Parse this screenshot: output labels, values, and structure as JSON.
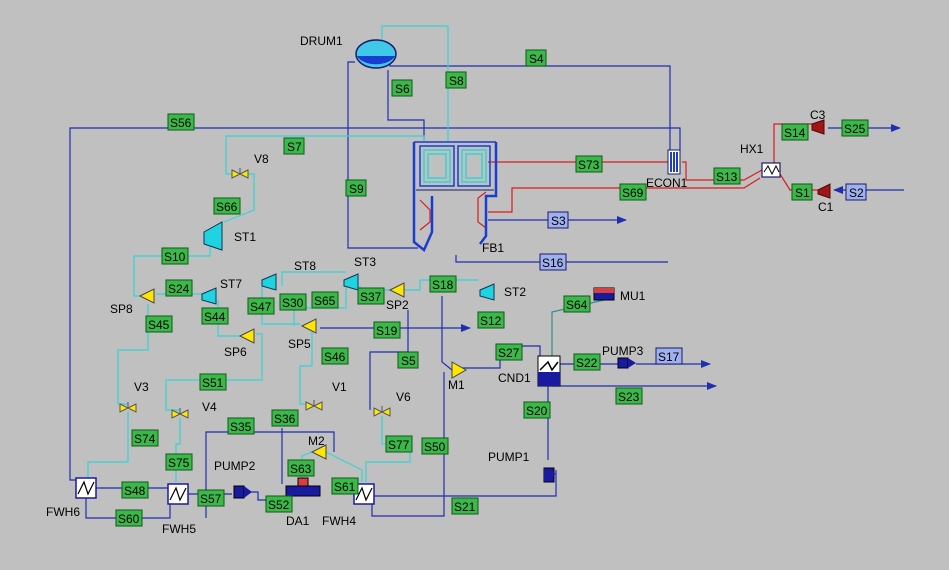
{
  "colors": {
    "background": "#c0c0c0",
    "water_line": "#1e2fb0",
    "steam_line": "#35d4d4",
    "gas_line": "#d91c1c",
    "teal_line": "#2f8f8f",
    "stream_tag_green": "#3cb84a",
    "stream_tag_blue": "#9fb0ee",
    "turbine_cyan": "#1fd3e0",
    "valve_yellow": "#ffe600",
    "pump_blue": "#1a1aa0",
    "compressor_red": "#a31515"
  },
  "blocks": {
    "drum1": "DRUM1",
    "econ1": "ECON1",
    "hx1": "HX1",
    "c3": "C3",
    "c1": "C1",
    "fb1": "FB1",
    "v8": "V8",
    "st1": "ST1",
    "st7": "ST7",
    "st8": "ST8",
    "st3": "ST3",
    "st2": "ST2",
    "sp8": "SP8",
    "sp6": "SP6",
    "sp5": "SP5",
    "sp2": "SP2",
    "mu1": "MU1",
    "pump3": "PUMP3",
    "cnd1": "CND1",
    "m1": "M1",
    "v3": "V3",
    "v4": "V4",
    "v1": "V1",
    "v6": "V6",
    "m2": "M2",
    "pump1": "PUMP1",
    "pump2": "PUMP2",
    "fwh6": "FWH6",
    "fwh5": "FWH5",
    "fwh4": "FWH4",
    "da1": "DA1"
  },
  "streams": {
    "s4": "S4",
    "s6": "S6",
    "s8": "S8",
    "s56": "S56",
    "s7": "S7",
    "s9": "S9",
    "s73": "S73",
    "s13": "S13",
    "s14": "S14",
    "s25": "S25",
    "s1": "S1",
    "s2": "S2",
    "s69": "S69",
    "s3": "S3",
    "s16": "S16",
    "s66": "S66",
    "s10": "S10",
    "s24": "S24",
    "s47": "S47",
    "s30": "S30",
    "s65": "S65",
    "s37": "S37",
    "s18": "S18",
    "s45": "S45",
    "s44": "S44",
    "s19": "S19",
    "s12": "S12",
    "s64": "S64",
    "s46": "S46",
    "s5": "S5",
    "s27": "S27",
    "s22": "S22",
    "s17": "S17",
    "s51": "S51",
    "s23": "S23",
    "s74": "S74",
    "s35": "S35",
    "s36": "S36",
    "s20": "S20",
    "s75": "S75",
    "s77": "S77",
    "s50": "S50",
    "s63": "S63",
    "s48": "S48",
    "s57": "S57",
    "s61": "S61",
    "s52": "S52",
    "s60": "S60",
    "s21": "S21"
  }
}
